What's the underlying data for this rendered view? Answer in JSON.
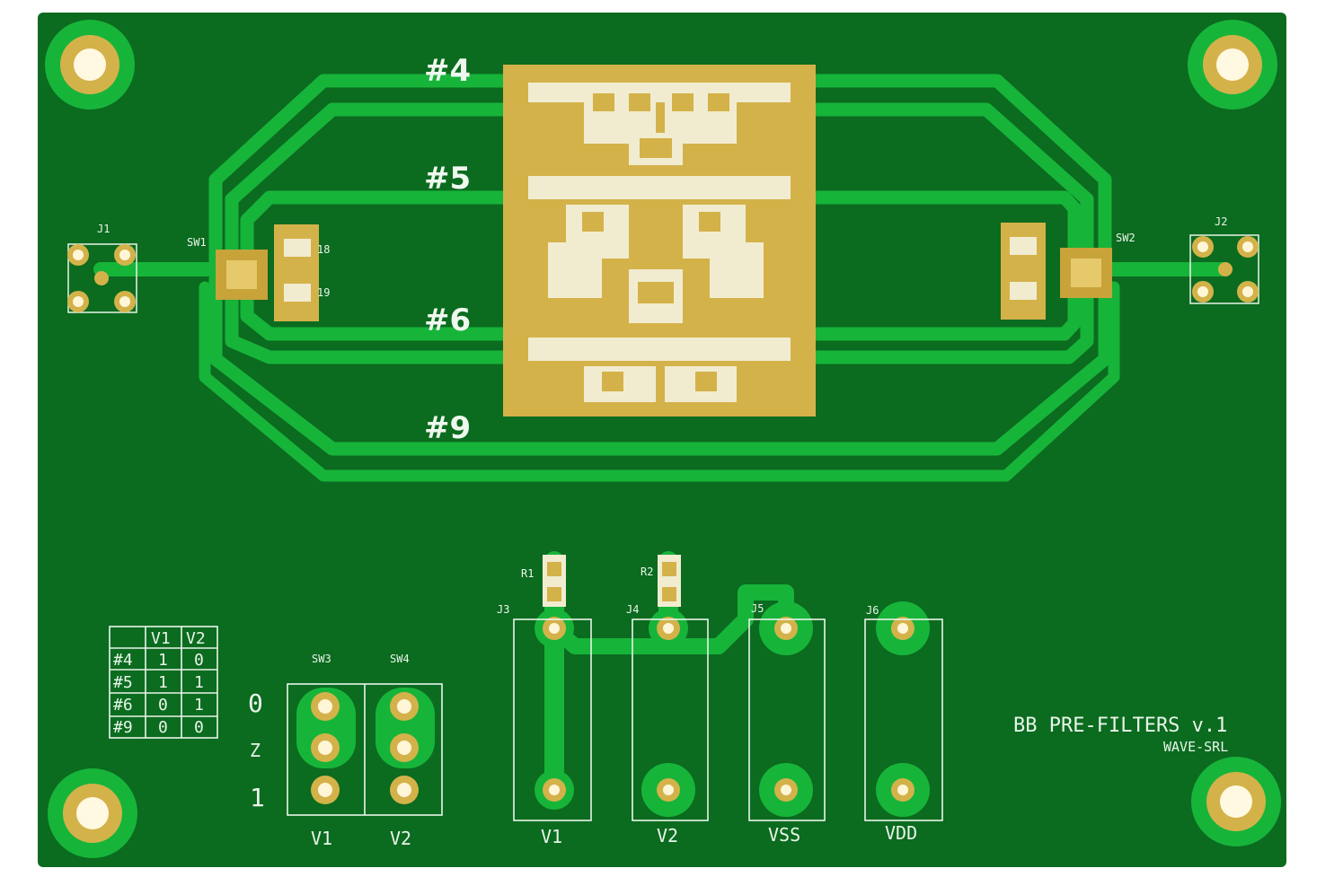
{
  "board": {
    "title": "BB PRE-FILTERS v.1",
    "maker": "WAVE-SRL",
    "colors": {
      "background": "#ffffff",
      "solder_mask": "#0b6b1f",
      "trace": "#17b43a",
      "gold": "#d4b24a",
      "substrate": "#f1ecd0",
      "silkscreen": "#e9f5e9"
    }
  },
  "filter_paths": [
    {
      "label": "#4"
    },
    {
      "label": "#5"
    },
    {
      "label": "#6"
    },
    {
      "label": "#9"
    }
  ],
  "connectors": {
    "j1": "J1",
    "j2": "J2",
    "j3": "J3",
    "j4": "J4",
    "j5": "J5",
    "j6": "J6"
  },
  "switches": {
    "sw1": "SW1",
    "sw2": "SW2",
    "sw3": "SW3",
    "sw4": "SW4"
  },
  "parts": {
    "r1": "R1",
    "r2": "R2",
    "c18": "18",
    "c19": "19"
  },
  "switch_positions": {
    "pos0": "0",
    "posz": "Z",
    "pos1": "1"
  },
  "switch_bottom_labels": {
    "sw3": "V1",
    "sw4": "V2"
  },
  "power_labels": {
    "v1": "V1",
    "v2": "V2",
    "vss": "VSS",
    "vdd": "VDD"
  },
  "truth_table": {
    "headers": [
      "",
      "V1",
      "V2"
    ],
    "rows": [
      [
        "#4",
        "1",
        "0"
      ],
      [
        "#5",
        "1",
        "1"
      ],
      [
        "#6",
        "0",
        "1"
      ],
      [
        "#9",
        "0",
        "0"
      ]
    ]
  }
}
